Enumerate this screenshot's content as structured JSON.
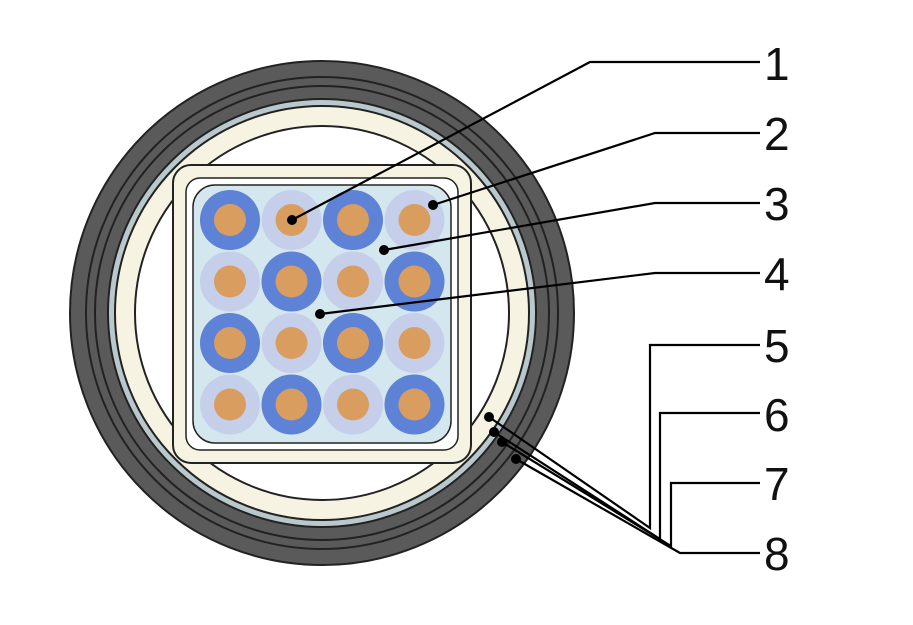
{
  "diagram": {
    "callouts": [
      {
        "id": "1",
        "label": "1"
      },
      {
        "id": "2",
        "label": "2"
      },
      {
        "id": "3",
        "label": "3"
      },
      {
        "id": "4",
        "label": "4"
      },
      {
        "id": "5",
        "label": "5"
      },
      {
        "id": "6",
        "label": "6"
      },
      {
        "id": "7",
        "label": "7"
      },
      {
        "id": "8",
        "label": "8"
      }
    ],
    "core_grid": {
      "rows": 4,
      "cols": 4,
      "insulation_pattern": [
        [
          "dark",
          "light",
          "dark",
          "light"
        ],
        [
          "light",
          "dark",
          "light",
          "dark"
        ],
        [
          "dark",
          "light",
          "dark",
          "light"
        ],
        [
          "light",
          "dark",
          "light",
          "dark"
        ]
      ]
    },
    "colors": {
      "outer_sheath": "#5a5a5a",
      "outline": "#222222",
      "armor_band": "#b8c8cc",
      "bedding": "#f7f3e2",
      "filler": "#ffffff",
      "binder_tape": "#f7f3e2",
      "separator": "#d4e6ee",
      "insulation_dark": "#5d82d6",
      "insulation_light": "#c6cfea",
      "conductor": "#d99d60",
      "leader": "#000000"
    }
  }
}
